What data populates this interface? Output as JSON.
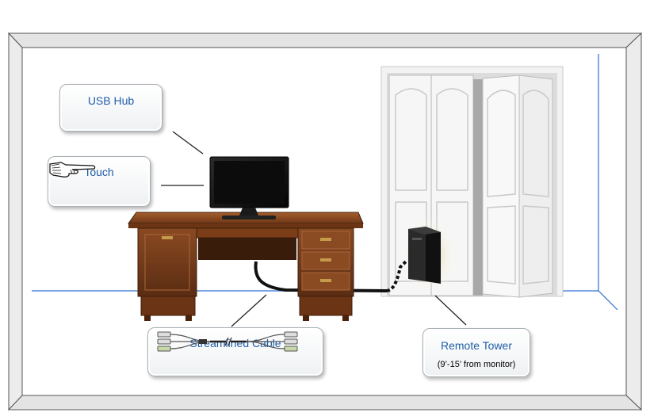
{
  "callouts": {
    "usb_hub": "USB Hub",
    "touch": "Touch",
    "cable": "Streamlined Cable",
    "tower": "Remote Tower",
    "tower_note": "(9’-15’ from monitor)"
  },
  "icons": {
    "touch": "pointing-hand-icon",
    "cable": "usb-cable-icon"
  },
  "colors": {
    "accent_text": "#1f5da8",
    "baseline": "#2f6fd0"
  }
}
